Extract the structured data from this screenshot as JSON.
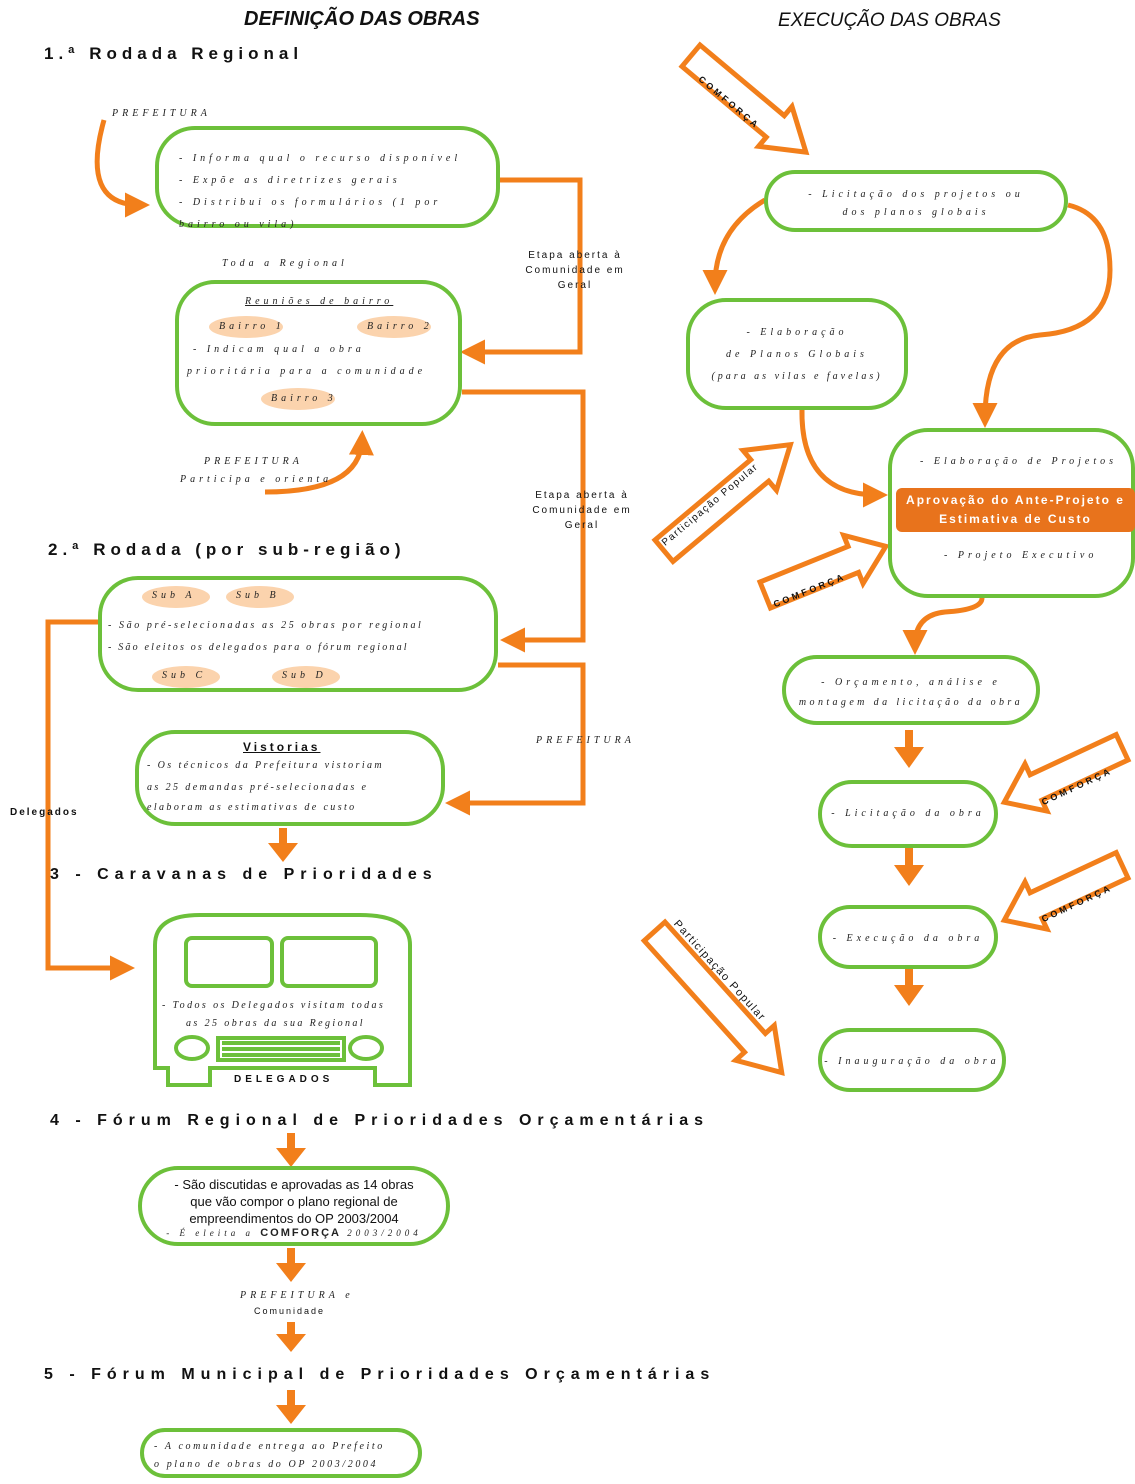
{
  "titles": {
    "left": "DEFINIÇÃO DAS OBRAS",
    "right": "EXECUÇÃO DAS OBRAS"
  },
  "stages": {
    "s1": "1.ª Rodada Regional",
    "s2": "2.ª Rodada (por sub-região)",
    "s3": "3 - Caravanas de Prioridades",
    "s4": "4 - Fórum Regional de Prioridades Orçamentárias",
    "s5": "5 - Fórum Municipal de Prioridades Orçamentárias"
  },
  "labels": {
    "prefeitura": "PREFEITURA",
    "prefeitura_e": "PREFEITURA e",
    "comunidade": "Comunidade",
    "etapa1": [
      "Etapa aberta à",
      "Comunidade em",
      "Geral"
    ],
    "etapa2": [
      "Etapa aberta à",
      "Comunidade em",
      "Geral"
    ],
    "delegados": "Delegados",
    "toda_regional": "Toda a Regional",
    "participa": "Participa e orienta",
    "comforca": "COMFORÇA",
    "participacao": "Participação Popular"
  },
  "box1": [
    "- Informa qual o recurso disponível",
    "- Expõe as diretrizes gerais",
    "- Distribui os formulários (1 por bairro ou vila)"
  ],
  "box2": {
    "title": "Reuniões de bairro",
    "bairro1": "Bairro 1",
    "bairro2": "Bairro 2",
    "bairro3": "Bairro 3",
    "lines": [
      "- Indicam qual a obra",
      "prioritária para a comunidade"
    ]
  },
  "box3": {
    "subA": "Sub A",
    "subB": "Sub B",
    "subC": "Sub C",
    "subD": "Sub D",
    "lines": [
      "- São pré-selecionadas as 25 obras por regional",
      "- São eleitos os delegados para o fórum regional"
    ]
  },
  "box4": {
    "title": "Vistorias",
    "lines": [
      "- Os técnicos da Prefeitura vistoriam",
      "as 25 demandas pré-selecionadas e",
      "elaboram as estimativas de custo"
    ]
  },
  "bus": {
    "lines": [
      "- Todos os Delegados visitam todas",
      "as 25 obras da sua Regional"
    ],
    "label": "DELEGADOS"
  },
  "box5": {
    "lines": [
      "- São discutidas e aprovadas as 14 obras",
      "que vão compor o plano  regional de",
      "empreendimentos do OP 2003/2004"
    ],
    "eleita_pre": "- É eleita a",
    "eleita_bold": "COMFORÇA",
    "eleita_post": "2003/2004"
  },
  "box6": [
    "- A comunidade entrega ao Prefeito",
    "o plano de obras do OP 2003/2004"
  ],
  "right": {
    "r1": [
      "- Licitação dos projetos ou",
      "dos planos globais"
    ],
    "r2": [
      "- Elaboração",
      "de Planos Globais",
      "(para as vilas e favelas)"
    ],
    "r3_top": "- Elaboração de Projetos",
    "r3_highlight": [
      "Aprovação do Ante-Projeto e",
      "Estimativa de Custo"
    ],
    "r3_bottom": "- Projeto Executivo",
    "r4": [
      "- Orçamento, análise e",
      "montagem da licitação da obra"
    ],
    "r5": "- Licitação da obra",
    "r6": "- Execução da obra",
    "r7": "- Inauguração da obra"
  },
  "colors": {
    "orange": "#f27f1b",
    "green": "#6cc03a",
    "highlight": "#e8731c"
  }
}
